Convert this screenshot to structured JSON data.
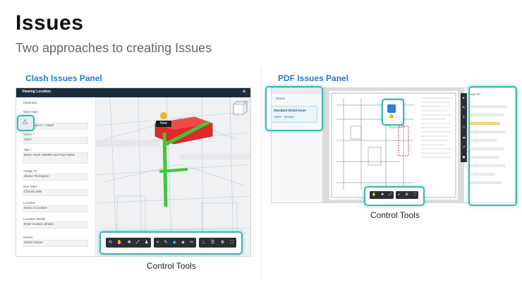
{
  "page": {
    "title": "Issues",
    "subtitle": "Two approaches to creating Issues"
  },
  "clash_panel": {
    "label": "Clash Issues Panel",
    "caption": "Control Tools",
    "window_title": "Viewing Location",
    "sidebar_fields": [
      {
        "label": "Type *",
        "value": "Coordination > Clash"
      },
      {
        "label": "Status *",
        "value": "Open"
      },
      {
        "label": "Title *",
        "value": "Beam Steel SM80M and Pipe Mains"
      },
      {
        "label": "Assign To",
        "value": "Shane Thompson"
      },
      {
        "label": "Due Date",
        "value": "Choose date"
      },
      {
        "label": "Location",
        "value": "Select a location"
      },
      {
        "label": "Location details",
        "value": "Enter location details"
      },
      {
        "label": "Owner",
        "value": "Select Owner"
      }
    ],
    "sidebar_header": "Clipboard",
    "sidebar_new": "New Issue",
    "pin_label": "New"
  },
  "pdf_panel": {
    "label": "PDF Issues Panel",
    "caption": "Control Tools",
    "issue_card": {
      "title": "Standard Detail Issue",
      "meta": "Open · Design"
    },
    "left_header": "Issues",
    "right_header": "Issue #4"
  },
  "colors": {
    "highlight": "#3cb7b3",
    "accent_label": "#2a79c7",
    "toolbar": "#2b2f33",
    "clash_red": "#e02a2a",
    "clash_green": "#3bc93b"
  }
}
